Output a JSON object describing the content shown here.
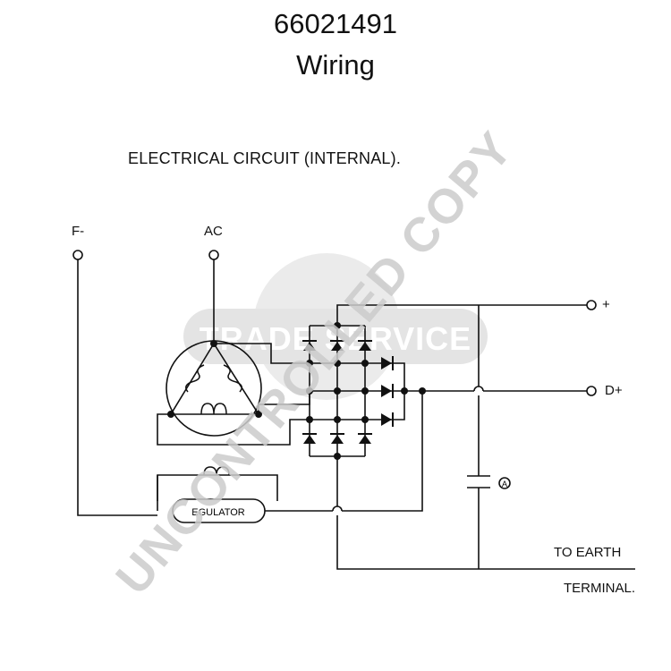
{
  "header": {
    "part_number": "66021491",
    "subtitle": "Wiring"
  },
  "diagram": {
    "heading": "ELECTRICAL CIRCUIT (INTERNAL).",
    "labels": {
      "f_minus": "F-",
      "ac": "AC",
      "plus": "+",
      "d_plus": "D+",
      "regulator": "EGULATOR",
      "capacitor_marker": "A",
      "earth_line1": "TO EARTH",
      "earth_line2": "TERMINAL."
    }
  },
  "watermark": {
    "diagonal": "UNCONTROLLED COPY",
    "logo": "TRADE SERVICE",
    "diagonal_color": "#cccccc",
    "logo_color": "#e4e4e4"
  }
}
